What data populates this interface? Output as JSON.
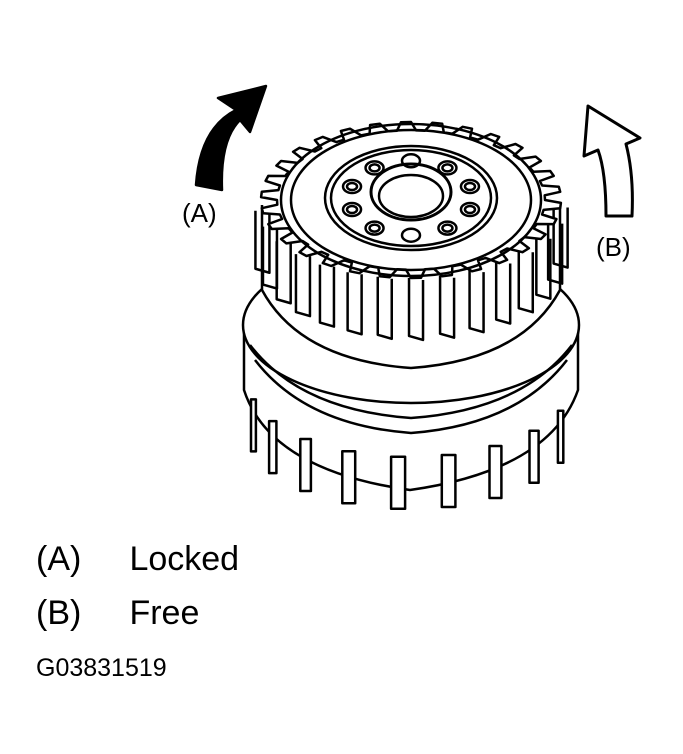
{
  "callouts": {
    "a": "(A)",
    "b": "(B)"
  },
  "legend": [
    {
      "key": "(A)",
      "text": "Locked"
    },
    {
      "key": "(B)",
      "text": "Free"
    }
  ],
  "figure_id": "G03831519",
  "colors": {
    "line": "#000000",
    "background": "#ffffff",
    "arrow_a_fill": "#000000",
    "arrow_b_fill": "#ffffff"
  }
}
